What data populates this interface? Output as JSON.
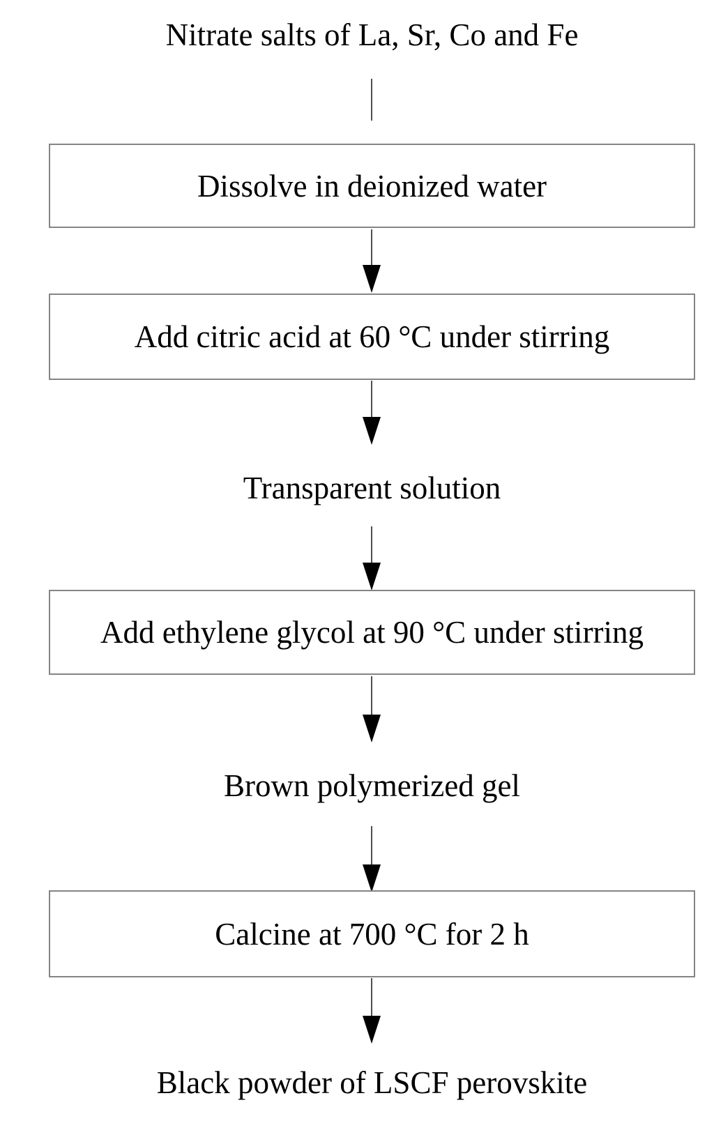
{
  "flowchart": {
    "description": "Process flow diagram",
    "nodes": [
      {
        "type": "text",
        "label": "Nitrate salts of La, Sr, Co and Fe"
      },
      {
        "type": "box",
        "label": "Dissolve in deionized water"
      },
      {
        "type": "box",
        "label": "Add citric acid at 60 °C under stirring"
      },
      {
        "type": "text",
        "label": "Transparent solution"
      },
      {
        "type": "box",
        "label": "Add ethylene glycol at 90 °C under stirring"
      },
      {
        "type": "text",
        "label": "Brown polymerized gel"
      },
      {
        "type": "box",
        "label": "Calcine at 700 °C for 2 h"
      },
      {
        "type": "text",
        "label": "Black powder of LSCF perovskite"
      }
    ],
    "connectors": [
      {
        "from": 0,
        "to": 1,
        "arrowhead": false
      },
      {
        "from": 1,
        "to": 2,
        "arrowhead": true
      },
      {
        "from": 2,
        "to": 3,
        "arrowhead": true
      },
      {
        "from": 3,
        "to": 4,
        "arrowhead": true
      },
      {
        "from": 4,
        "to": 5,
        "arrowhead": true
      },
      {
        "from": 5,
        "to": 6,
        "arrowhead": true
      },
      {
        "from": 6,
        "to": 7,
        "arrowhead": true
      }
    ],
    "colors": {
      "background": "#ffffff",
      "box_border": "#848484",
      "text": "#000000",
      "arrow_line": "#4f4f4f",
      "arrow_head": "#000000"
    }
  }
}
